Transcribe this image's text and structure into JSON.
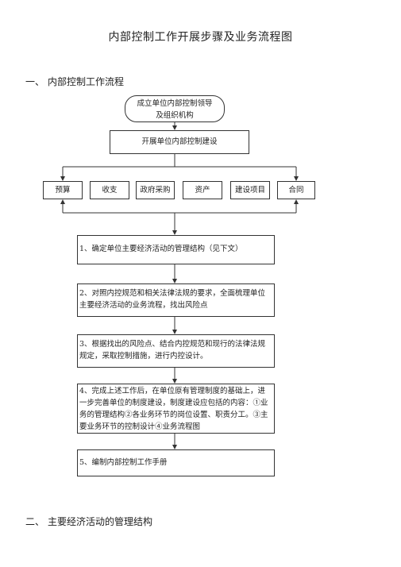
{
  "document": {
    "title": "内部控制工作开展步骤及业务流程图",
    "section1": {
      "number": "一、",
      "title": "内部控制工作流程"
    },
    "section2": {
      "number": "二、",
      "title": "主要经济活动的管理结构"
    }
  },
  "flowchart": {
    "start": {
      "line1": "成立单位内部控制领导",
      "line2": "及组织机构"
    },
    "build": "开展单位内部控制建设",
    "categories": [
      "预算",
      "收支",
      "政府采购",
      "资产",
      "建设项目",
      "合同"
    ],
    "steps": [
      "1、确定单位主要经济活动的管理结构（见下文）",
      "2、对照内控规范和相关法律法规的要求，全面梳理单位主要经济活动的业务流程，找出风险点",
      "3、根据找出的风险点、结合内控规范和现行的法律法规规定，采取控制措施，进行内控设计。",
      "4、完成上述工作后，在单位原有管理制度的基础上，进一步完善单位的制度建设，制度建设应包括的内容：①业务的管理结构②各业务环节的岗位设置、职责分工。③主要业务环节的控制设计④业务流程图",
      "5、编制内部控制工作手册"
    ]
  }
}
